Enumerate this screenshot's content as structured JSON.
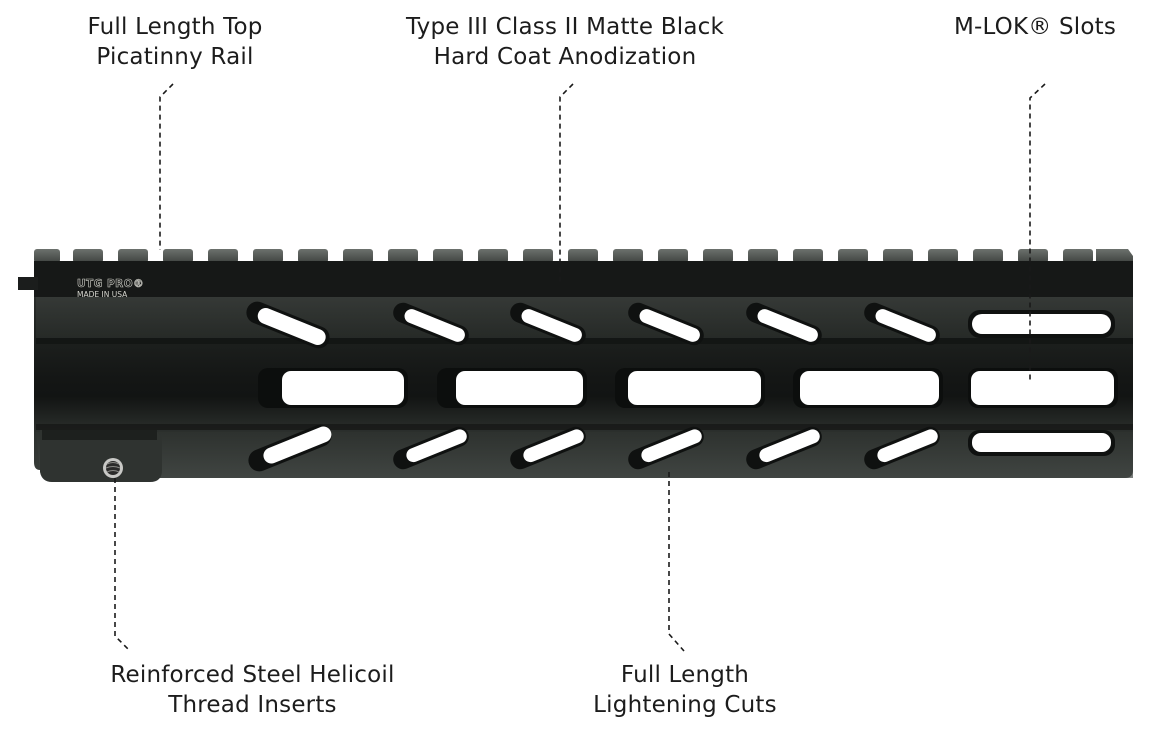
{
  "callouts": {
    "top_rail": {
      "line1": "Full Length Top",
      "line2": "Picatinny Rail"
    },
    "finish": {
      "line1": "Type III Class II Matte Black",
      "line2": "Hard Coat Anodization"
    },
    "mlok": {
      "line1": "M-LOK® Slots"
    },
    "helicoil": {
      "line1": "Reinforced Steel Helicoil",
      "line2": "Thread Inserts"
    },
    "lightening": {
      "line1": "Full Length",
      "line2": "Lightening Cuts"
    }
  },
  "product": {
    "brand_mark": "UTG PRO®",
    "origin_mark": "MADE IN USA",
    "colors": {
      "body": "#1f2220",
      "body_light": "#343836",
      "rail_tooth": "#5a5f5b",
      "background": "#ffffff"
    }
  }
}
